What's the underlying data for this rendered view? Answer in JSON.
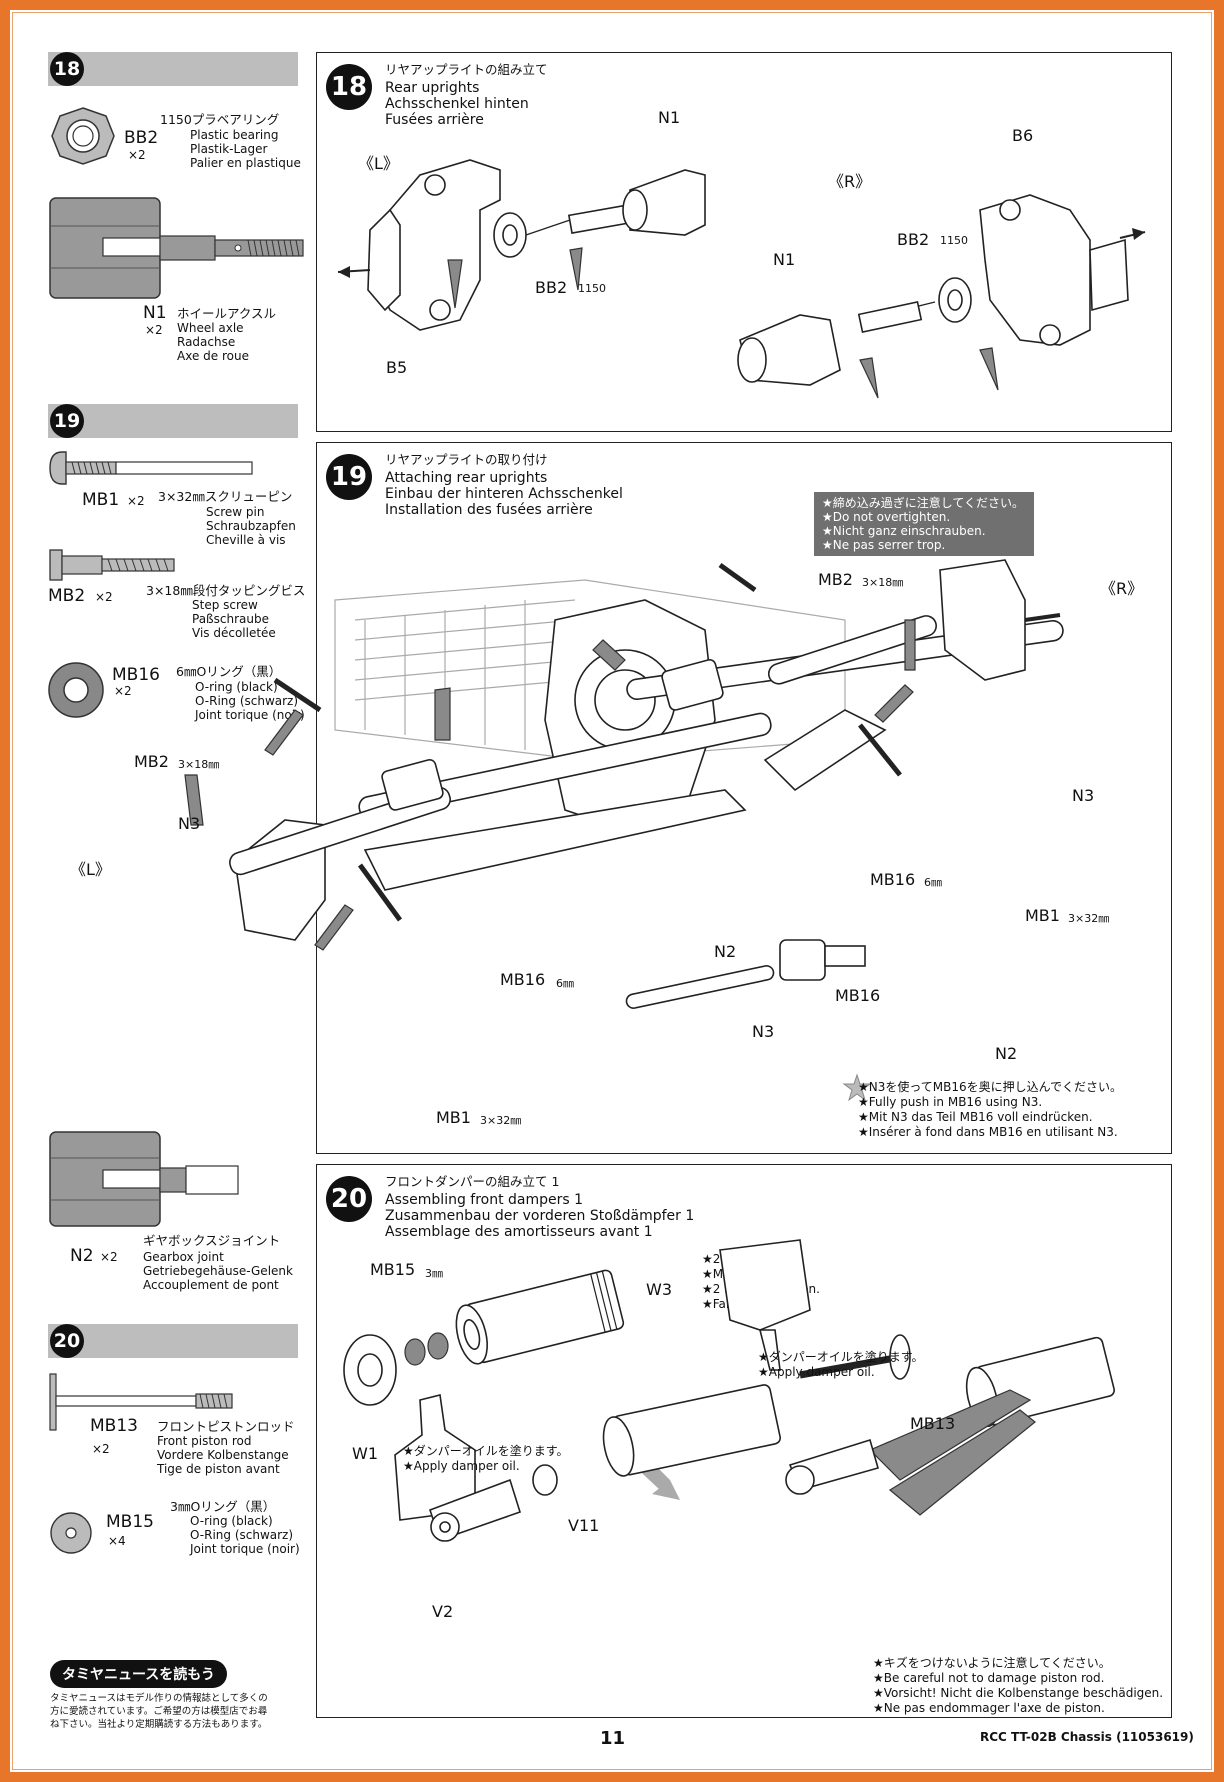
{
  "page_number": "11",
  "footer_title": "RCC TT-02B Chassis (11053619)",
  "sidebar": {
    "s18": {
      "step": "18",
      "bb2": {
        "code": "BB2",
        "qty": "×2",
        "jp": "1150プラベアリング",
        "en": "Plastic bearing",
        "de": "Plastik-Lager",
        "fr": "Palier en plastique"
      },
      "n1": {
        "code": "N1",
        "qty": "×2",
        "jp": "ホイールアクスル",
        "en": "Wheel axle",
        "de": "Radachse",
        "fr": "Axe de roue"
      }
    },
    "s19": {
      "step": "19",
      "mb1": {
        "code": "MB1",
        "qty": "×2",
        "jp": "3×32㎜スクリューピン",
        "en": "Screw pin",
        "de": "Schraubzapfen",
        "fr": "Cheville à vis"
      },
      "mb2": {
        "code": "MB2",
        "qty": "×2",
        "jp": "3×18㎜段付タッピングビス",
        "en": "Step screw",
        "de": "Paßschraube",
        "fr": "Vis décolletée"
      },
      "mb16": {
        "code": "MB16",
        "qty": "×2",
        "jp": "6㎜Oリング（黒）",
        "en": "O-ring (black)",
        "de": "O-Ring (schwarz)",
        "fr": "Joint torique (noir)"
      },
      "n2": {
        "code": "N2",
        "qty": "×2",
        "jp": "ギヤボックスジョイント",
        "en": "Gearbox joint",
        "de": "Getriebegehäuse-Gelenk",
        "fr": "Accouplement de pont"
      }
    },
    "s20": {
      "step": "20",
      "mb13": {
        "code": "MB13",
        "qty": "×2",
        "jp": "フロントピストンロッド",
        "en": "Front piston rod",
        "de": "Vordere Kolbenstange",
        "fr": "Tige de piston avant"
      },
      "mb15": {
        "code": "MB15",
        "qty": "×4",
        "jp": "3㎜Oリング（黒）",
        "en": "O-ring (black)",
        "de": "O-Ring (schwarz)",
        "fr": "Joint torique (noir)"
      }
    },
    "news": {
      "badge": "タミヤニュースを読もう",
      "line1": "タミヤニュースはモデル作りの情報誌として多くの",
      "line2": "方に愛読されています。ご希望の方は模型店でお尋",
      "line3": "ね下さい。当社より定期購読する方法もあります。"
    }
  },
  "step18": {
    "num": "18",
    "jp": "リヤアップライトの組み立て",
    "en": "Rear uprights",
    "de": "Achsschenkel hinten",
    "fr": "Fusées arrière",
    "left": "《L》",
    "right": "《R》",
    "labels": {
      "n1a": "N1",
      "bb2a": "BB2",
      "bb2a_sz": "1150",
      "b5": "B5",
      "b6": "B6",
      "bb2b": "BB2",
      "bb2b_sz": "1150",
      "n1b": "N1"
    }
  },
  "step19": {
    "num": "19",
    "jp": "リヤアップライトの取り付け",
    "en": "Attaching rear uprights",
    "de": "Einbau der hinteren Achsschenkel",
    "fr": "Installation des fusées arrière",
    "warn": {
      "jp": "★締め込み過ぎに注意してください。",
      "en": "★Do not overtighten.",
      "de": "★Nicht ganz einschrauben.",
      "fr": "★Ne pas serrer trop."
    },
    "labels": {
      "mb2a": "MB2",
      "mb2a_sz": "3×18㎜",
      "right": "《R》",
      "mb2b": "MB2",
      "mb2b_sz": "3×18㎜",
      "n3a": "N3",
      "left": "《L》",
      "n3b": "N3",
      "mb16a": "MB16",
      "mb16a_sz": "6㎜",
      "mb1a": "MB1",
      "mb1a_sz": "3×32㎜",
      "n2a": "N2",
      "mb16b": "MB16",
      "mb16b_sz": "6㎜",
      "mb1b": "MB1",
      "mb1b_sz": "3×32㎜",
      "mb16c": "MB16",
      "n3c": "N3",
      "n2b": "N2"
    },
    "note": {
      "jp": "★N3を使ってMB16を奥に押し込んでください。",
      "en": "★Fully push in MB16 using N3.",
      "de": "★Mit N3 das Teil MB16 voll eindrücken.",
      "fr": "★Insérer à fond dans MB16 en utilisant N3."
    }
  },
  "step20": {
    "num": "20",
    "jp": "フロントダンパーの組み立て 1",
    "en": "Assembling front dampers 1",
    "de": "Zusammenbau der vorderen Stoßdämpfer 1",
    "fr": "Assemblage des amortisseurs avant 1",
    "labels": {
      "mb15": "MB15",
      "mb15_sz": "3㎜",
      "w3": "W3",
      "w1": "W1",
      "mb13": "MB13",
      "v11": "V11",
      "v2": "V2"
    },
    "make2": {
      "jp": "★2個作ります。",
      "en": "★Make 2.",
      "de": "★2 Satz anfertigen.",
      "fr": "★Faire 2 jeux."
    },
    "oil1": {
      "jp": "★ダンパーオイルを塗ります。",
      "en": "★Apply damper oil."
    },
    "oil2": {
      "jp": "★ダンパーオイルを塗ります。",
      "en": "★Apply damper oil."
    },
    "care": {
      "jp": "★キズをつけないように注意してください。",
      "en": "★Be careful not to damage piston rod.",
      "de": "★Vorsicht! Nicht die Kolbenstange beschädigen.",
      "fr": "★Ne pas endommager l'axe de piston."
    }
  }
}
